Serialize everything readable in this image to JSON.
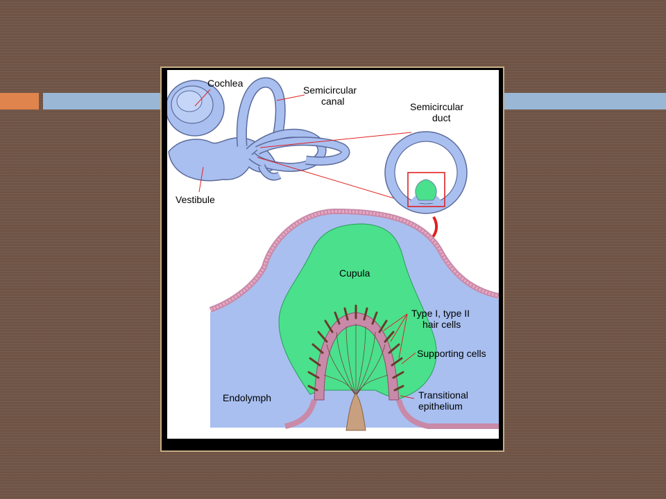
{
  "diagram": {
    "labels": {
      "cochlea": "Cochlea",
      "semicircular_canal_line1": "Semicircular",
      "semicircular_canal_line2": "canal",
      "semicircular_duct_line1": "Semicircular",
      "semicircular_duct_line2": "duct",
      "vestibule": "Vestibule",
      "cupula": "Cupula",
      "hair_cells_line1": "Type I, type II",
      "hair_cells_line2": "hair cells",
      "supporting_cells": "Supporting cells",
      "transitional_line1": "Transitional",
      "transitional_line2": "epithelium",
      "endolymph": "Endolymph"
    },
    "colors": {
      "background": "#6f5446",
      "accent_bar": "#e0844d",
      "blue_bar": "#9ab7d6",
      "frame_border": "#c6ad84",
      "labyrinth": "#a9bff0",
      "cupula": "#4be08c",
      "epithelium": "#e098b8",
      "arrow": "#e02020"
    }
  }
}
